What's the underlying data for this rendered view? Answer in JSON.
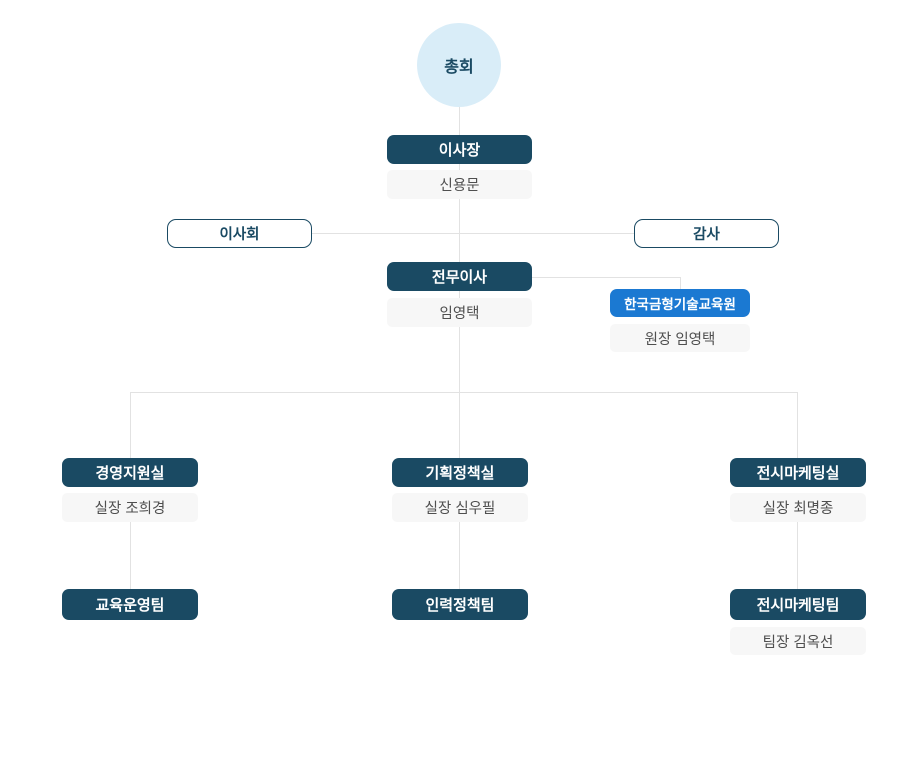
{
  "colors": {
    "navy": "#1a4a63",
    "blue": "#1b79d2",
    "circle_bg": "#d9edf8",
    "name_bg": "#f7f7f7",
    "name_text": "#4f4f4f",
    "line": "#e2e2e2"
  },
  "nodes": {
    "assembly": {
      "label": "총회"
    },
    "chairman": {
      "title": "이사장",
      "name": "신용문"
    },
    "board": {
      "label": "이사회"
    },
    "auditor": {
      "label": "감사"
    },
    "managing_director": {
      "title": "전무이사",
      "name": "임영택"
    },
    "education_center": {
      "title": "한국금형기술교육원",
      "name": "원장 임영택"
    },
    "departments": [
      {
        "title": "경영지원실",
        "name": "실장 조희경",
        "team_title": "교육운영팀"
      },
      {
        "title": "기획정책실",
        "name": "실장 심우필",
        "team_title": "인력정책팀"
      },
      {
        "title": "전시마케팅실",
        "name": "실장 최명종",
        "team_title": "전시마케팅팀",
        "team_name": "팀장 김옥선"
      }
    ]
  }
}
